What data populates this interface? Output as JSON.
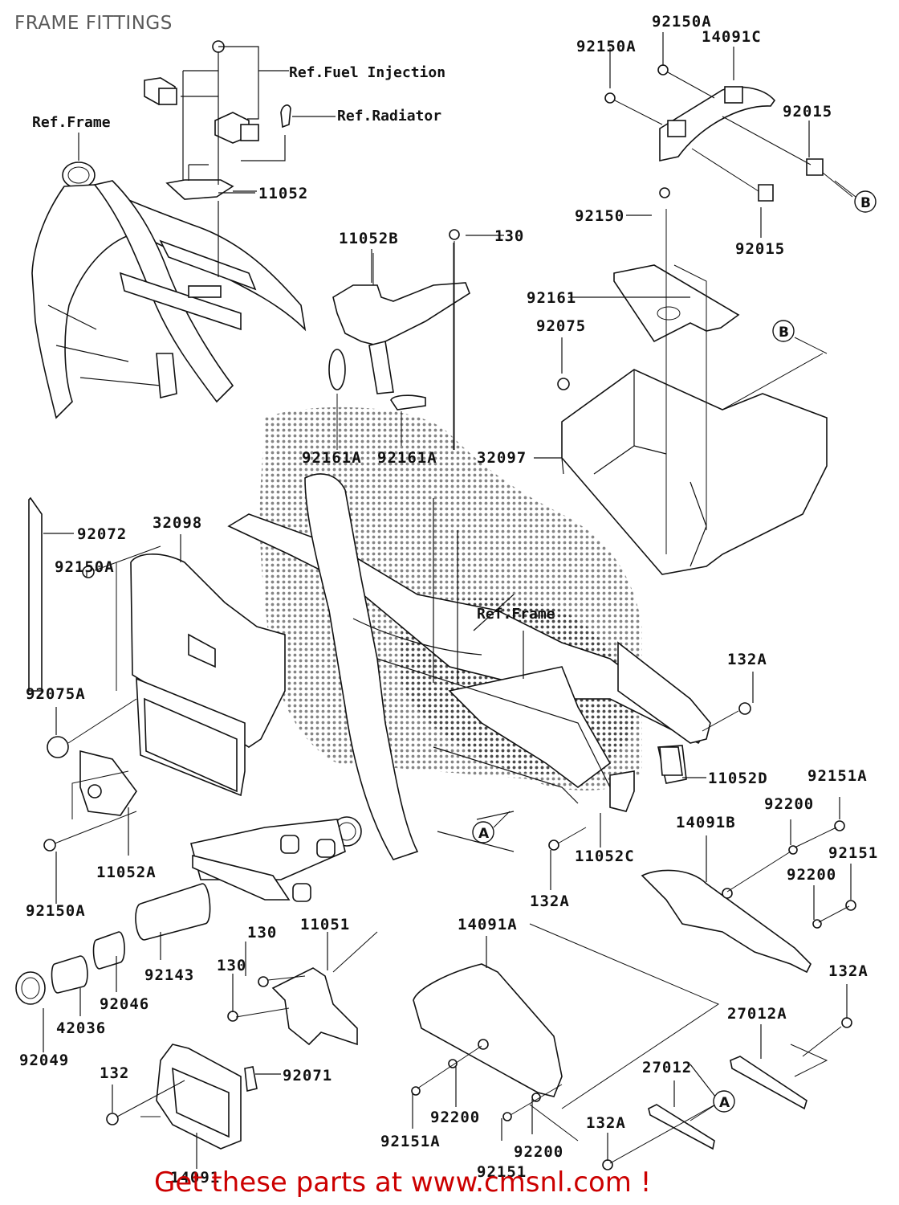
{
  "title": "FRAME FITTINGS",
  "footer": "Get these parts at www.cmsnl.com !",
  "colors": {
    "footer": "#cc0000",
    "title": "#5a5a5a",
    "ink": "#111111"
  },
  "references": {
    "fuel_injection": "Ref.Fuel Injection",
    "radiator": "Ref.Radiator",
    "frame_top": "Ref.Frame",
    "frame_center": "Ref.Frame"
  },
  "callouts": {
    "A": "A",
    "B": "B"
  },
  "parts": {
    "p11052": "11052",
    "p11052A": "11052A",
    "p11052B": "11052B",
    "p11052C": "11052C",
    "p11052D": "11052D",
    "p11051": "11051",
    "p130_top": "130",
    "p130_a": "130",
    "p130_b": "130",
    "p132": "132",
    "p132A_right": "132A",
    "p132A_center": "132A",
    "p132A_lowright": "132A",
    "p132A_bottom": "132A",
    "p92150": "92150",
    "p92150A_top1": "92150A",
    "p92150A_top2": "92150A",
    "p92150A_left": "92150A",
    "p92150A_lowleft": "92150A",
    "p14091C": "14091C",
    "p14091B": "14091B",
    "p14091A": "14091A",
    "p14091": "14091",
    "p92015_a": "92015",
    "p92015_b": "92015",
    "p92161": "92161",
    "p92161A_a": "92161A",
    "p92161A_b": "92161A",
    "p92075": "92075",
    "p92075A": "92075A",
    "p32097": "32097",
    "p32098": "32098",
    "p92072": "92072",
    "p92143": "92143",
    "p92046": "92046",
    "p42036": "42036",
    "p92049": "92049",
    "p92071": "92071",
    "p92151A_right": "92151A",
    "p92151_right": "92151",
    "p92200_r1": "92200",
    "p92200_r2": "92200",
    "p92151A_bottom": "92151A",
    "p92151_bottom": "92151",
    "p92200_b1": "92200",
    "p92200_b2": "92200",
    "p27012": "27012",
    "p27012A": "27012A"
  }
}
